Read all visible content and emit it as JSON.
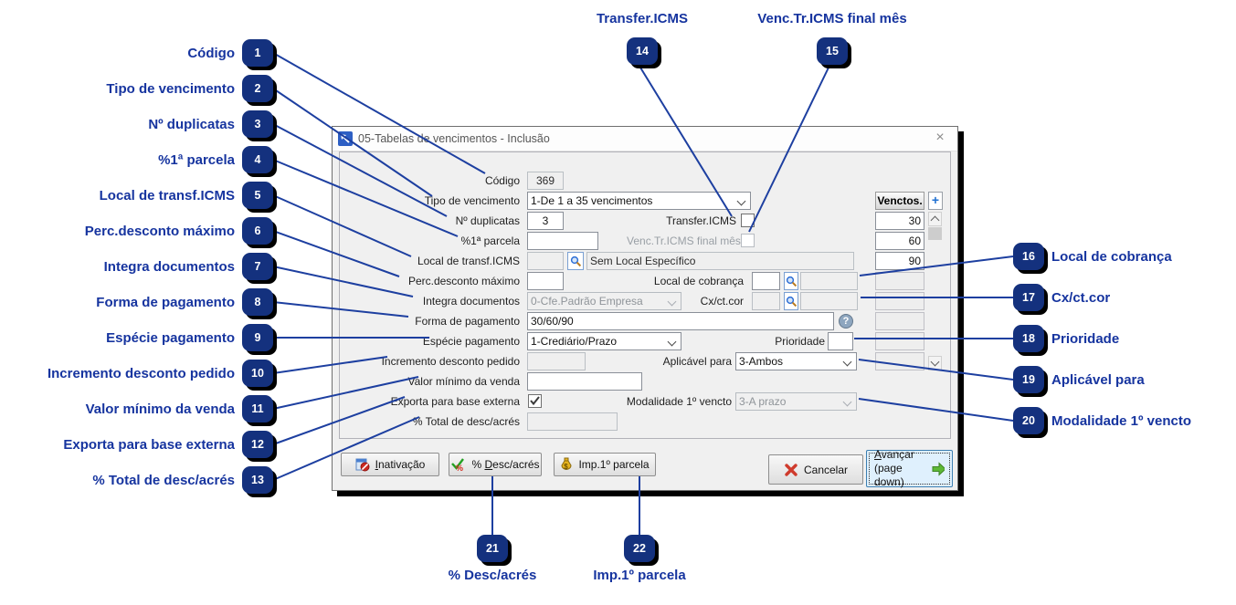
{
  "window": {
    "title": "05-Tabelas de vencimentos - Inclusão",
    "close": "×"
  },
  "icons": {
    "help": "?"
  },
  "form": {
    "codigo": {
      "label": "Código",
      "value": "369"
    },
    "tipo_vencimento": {
      "label": "Tipo de vencimento",
      "value": "1-De 1 a 35 vencimentos"
    },
    "num_duplicatas": {
      "label": "Nº duplicatas",
      "value": "3"
    },
    "transfer_icms": {
      "label": "Transfer.ICMS"
    },
    "pct_primeira_parcela": {
      "label": "%1ª parcela",
      "value": ""
    },
    "venc_tr_icms_final_mes": {
      "label": "Venc.Tr.ICMS final mês"
    },
    "local_transf_icms": {
      "label": "Local de transf.ICMS",
      "code": "",
      "description": "Sem Local Específico"
    },
    "perc_desconto_maximo": {
      "label": "Perc.desconto máximo",
      "value": ""
    },
    "local_cobranca": {
      "label": "Local de cobrança",
      "code": "",
      "description": ""
    },
    "integra_documentos": {
      "label": "Integra documentos",
      "value": "0-Cfe.Padrão Empresa"
    },
    "cx_ct_cor": {
      "label": "Cx/ct.cor",
      "code": "",
      "description": ""
    },
    "forma_pagamento": {
      "label": "Forma de pagamento",
      "value": "30/60/90"
    },
    "especie_pagamento": {
      "label": "Espécie pagamento",
      "value": "1-Crediário/Prazo"
    },
    "prioridade": {
      "label": "Prioridade",
      "value": ""
    },
    "incremento_desconto_pedido": {
      "label": "Incremento desconto pedido",
      "value": ""
    },
    "aplicavel_para": {
      "label": "Aplicável para",
      "value": "3-Ambos"
    },
    "valor_minimo_venda": {
      "label": "Valor mínimo da venda",
      "value": ""
    },
    "exporta_base_externa": {
      "label": "Exporta para base externa"
    },
    "modalidade_primeiro_vencto": {
      "label": "Modalidade 1º vencto",
      "value": "3-A prazo"
    },
    "pct_total_desc_acres": {
      "label": "% Total de desc/acrés",
      "value": ""
    }
  },
  "venctos": {
    "header": "Venctos.",
    "add": "+",
    "values": [
      "30",
      "60",
      "90",
      "",
      "",
      "",
      "",
      ""
    ]
  },
  "buttons": {
    "inativacao": {
      "accel": "I",
      "rest": "nativação"
    },
    "desc_acres": {
      "pre": "% ",
      "accel": "D",
      "rest": "esc/acrés"
    },
    "imp_parcela": {
      "label": "Imp.1º parcela"
    },
    "cancelar": {
      "label": "Cancelar"
    },
    "avancar": {
      "accel": "A",
      "rest": "vançar",
      "line2": "(page down)"
    }
  },
  "annotations": {
    "left": [
      {
        "num": "1",
        "label": "Código"
      },
      {
        "num": "2",
        "label": "Tipo de vencimento"
      },
      {
        "num": "3",
        "label": "Nº duplicatas"
      },
      {
        "num": "4",
        "label": "%1ª parcela"
      },
      {
        "num": "5",
        "label": "Local de transf.ICMS"
      },
      {
        "num": "6",
        "label": "Perc.desconto máximo"
      },
      {
        "num": "7",
        "label": "Integra documentos"
      },
      {
        "num": "8",
        "label": "Forma de pagamento"
      },
      {
        "num": "9",
        "label": "Espécie pagamento"
      },
      {
        "num": "10",
        "label": "Incremento desconto pedido"
      },
      {
        "num": "11",
        "label": "Valor mínimo da venda"
      },
      {
        "num": "12",
        "label": "Exporta para base externa"
      },
      {
        "num": "13",
        "label": "% Total de desc/acrés"
      }
    ],
    "top": [
      {
        "num": "14",
        "label": "Transfer.ICMS"
      },
      {
        "num": "15",
        "label": "Venc.Tr.ICMS final mês"
      }
    ],
    "right": [
      {
        "num": "16",
        "label": "Local de cobrança"
      },
      {
        "num": "17",
        "label": "Cx/ct.cor"
      },
      {
        "num": "18",
        "label": "Prioridade"
      },
      {
        "num": "19",
        "label": "Aplicável para"
      },
      {
        "num": "20",
        "label": "Modalidade 1º vencto"
      }
    ],
    "bottom": [
      {
        "num": "21",
        "label": "% Desc/acrés"
      },
      {
        "num": "22",
        "label": "Imp.1º parcela"
      }
    ]
  }
}
